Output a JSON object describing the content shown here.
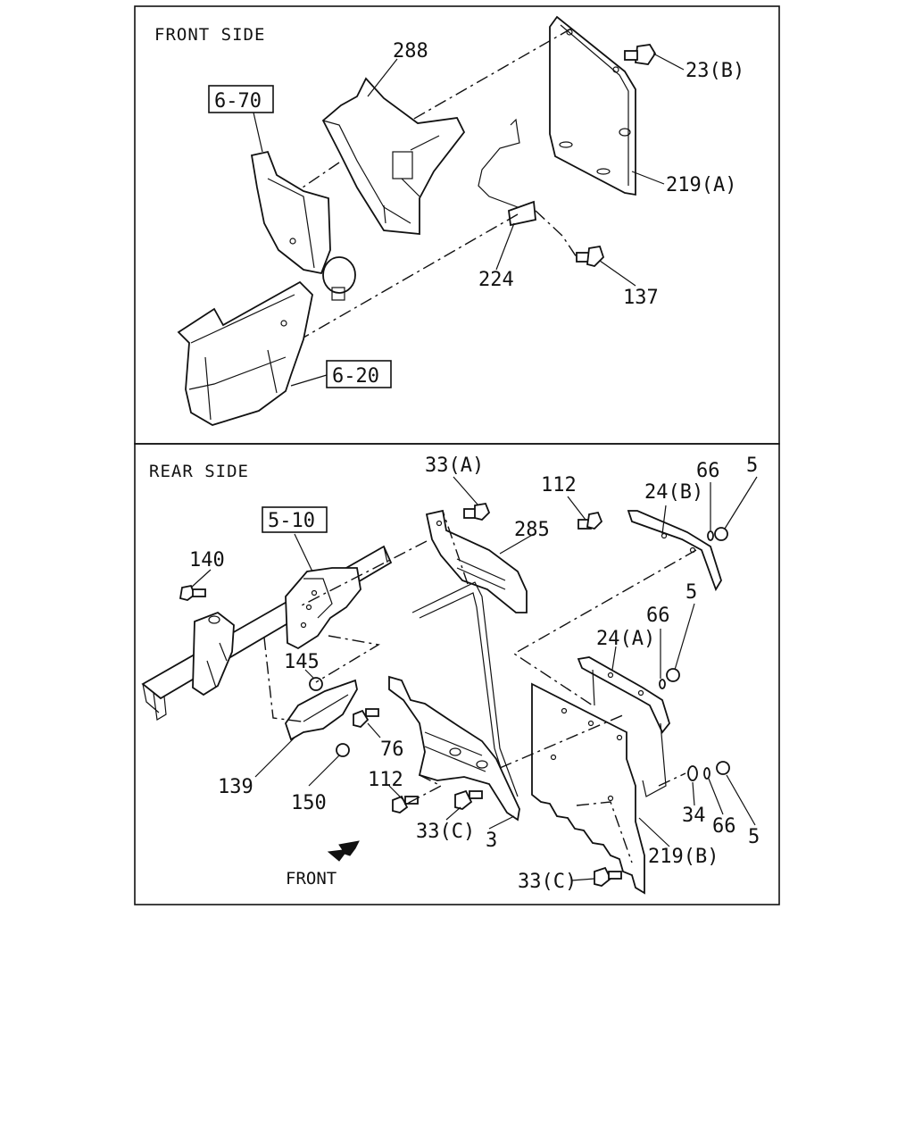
{
  "panels": {
    "front": {
      "title": "FRONT SIDE"
    },
    "rear": {
      "title": "REAR SIDE"
    }
  },
  "refs": {
    "front_6_70": "6-70",
    "front_6_20": "6-20",
    "rear_5_10": "5-10"
  },
  "labels": {
    "p288": "288",
    "p23b": "23(B)",
    "p219a": "219(A)",
    "p224": "224",
    "p137": "137",
    "p33a": "33(A)",
    "p112_top": "112",
    "p285": "285",
    "p66_top": "66",
    "p5_top": "5",
    "p24b": "24(B)",
    "p140": "140",
    "p66_mid": "66",
    "p5_mid": "5",
    "p24a": "24(A)",
    "p145": "145",
    "p76": "76",
    "p139": "139",
    "p150": "150",
    "p112_bot": "112",
    "p33c_left": "33(C)",
    "p3": "3",
    "p34": "34",
    "p66_bot": "66",
    "p5_bot": "5",
    "p219b": "219(B)",
    "p33c_bot": "33(C)",
    "front_arrow": "FRONT"
  },
  "icons": {
    "direction": "arrow-down-left-icon"
  }
}
